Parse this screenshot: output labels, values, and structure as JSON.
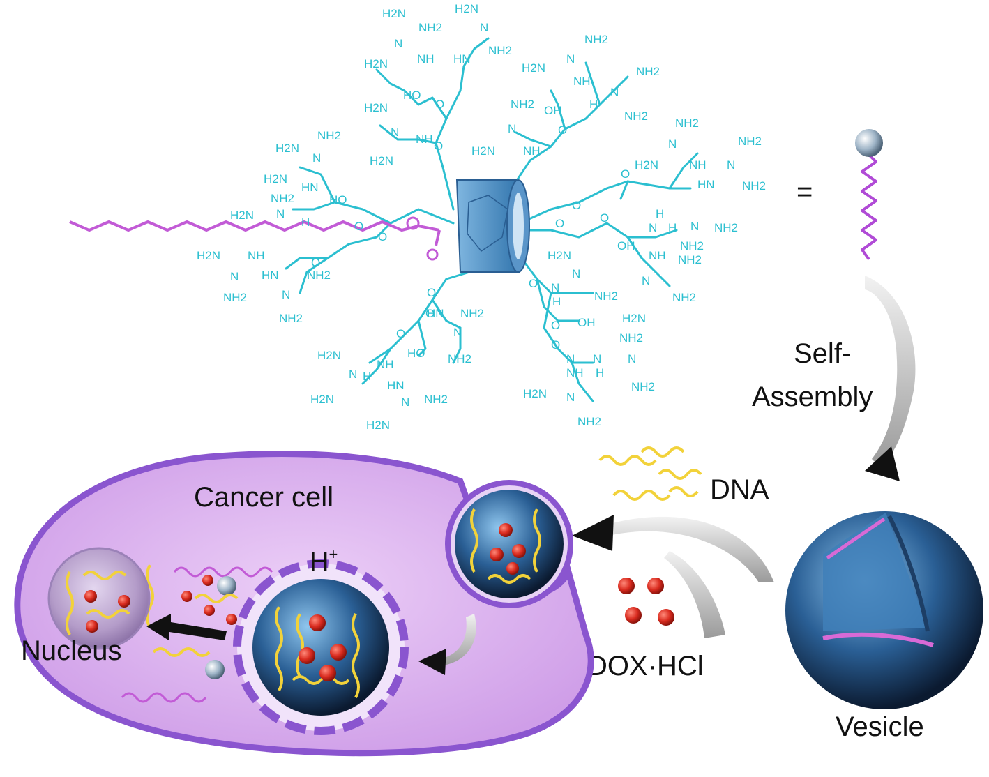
{
  "labels": {
    "self_assembly_line1": "Self-",
    "self_assembly_line2": "Assembly",
    "equals": "=",
    "dna": "DNA",
    "dox": "DOX·HCl",
    "vesicle": "Vesicle",
    "cancer_cell": "Cancer cell",
    "proton": "H",
    "proton_charge": "+",
    "nucleus": "Nucleus"
  },
  "chem_groups": {
    "nh2": "NH2",
    "h2n": "H2N",
    "nh": "NH",
    "hn": "HN",
    "n": "N",
    "h": "H",
    "oh": "OH",
    "ho": "HO",
    "o": "O"
  },
  "colors": {
    "molecule": "#2bbfd0",
    "alkyl_chain": "#c25bd6",
    "cyclodextrin": "#4a90c8",
    "cell_fill": "#d8a9ec",
    "cell_border": "#8a55cf",
    "dna": "#f2d23a",
    "drug": "#d92b1f",
    "arrow": "#111111",
    "guide_arrow": "#b8b8b8"
  },
  "icons": [
    "amphiphile-icon",
    "vesicle-icon",
    "dna-strand-icon",
    "drug-particle-icon"
  ]
}
